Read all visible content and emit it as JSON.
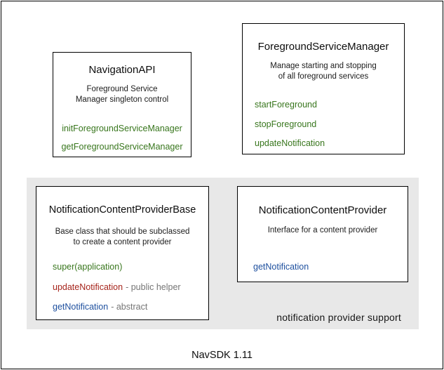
{
  "colors": {
    "green": "#38761d",
    "red": "#a6251c",
    "blue": "#1d4f9e",
    "muted": "#757575",
    "panel_bg": "#e8e8e8",
    "border": "#000000"
  },
  "boxes": {
    "navigation_api": {
      "title": "NavigationAPI",
      "description_lines": [
        "Foreground Service",
        "Manager singleton control"
      ],
      "methods": [
        {
          "name": "initForegroundServiceManager"
        },
        {
          "name": "getForegroundServiceManager"
        }
      ]
    },
    "foreground_service_manager": {
      "title": "ForegroundServiceManager",
      "description_lines": [
        "Manage starting and stopping",
        "of all foreground services"
      ],
      "methods": [
        {
          "name": "startForeground"
        },
        {
          "name": "stopForeground"
        },
        {
          "name": "updateNotification"
        }
      ]
    },
    "notification_content_provider_base": {
      "title": "NotificationContentProviderBase",
      "description_lines": [
        "Base class that should be subclassed",
        "to create a content provider"
      ],
      "methods": [
        {
          "name": "super(application)",
          "suffix": ""
        },
        {
          "name": "updateNotification",
          "suffix": "- public helper"
        },
        {
          "name": "getNotification",
          "suffix": "- abstract"
        }
      ]
    },
    "notification_content_provider": {
      "title": "NotificationContentProvider",
      "description_lines": [
        "Interface for a content provider"
      ],
      "methods": [
        {
          "name": "getNotification"
        }
      ]
    }
  },
  "panel_label": "notification provider support",
  "footer": "NavSDK 1.11"
}
